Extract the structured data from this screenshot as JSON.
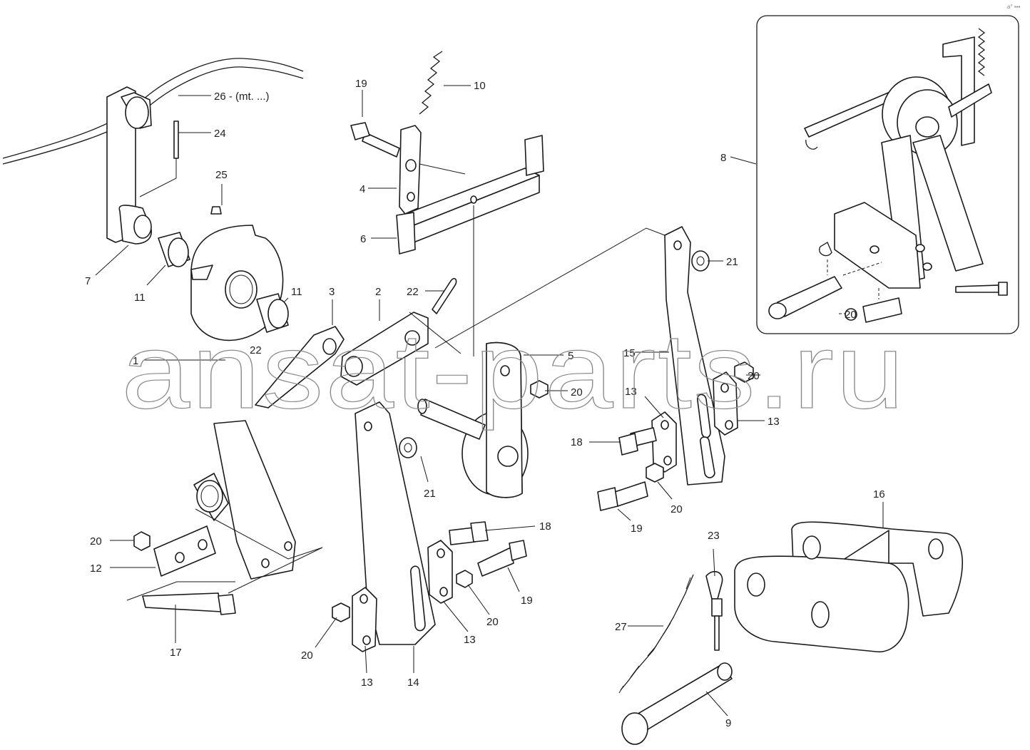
{
  "watermark": "ansat-parts.ru",
  "corner_mark": "a° ▪▪▪",
  "labels": {
    "l1": "1",
    "l2": "2",
    "l3": "3",
    "l4": "4",
    "l5": "5",
    "l6": "6",
    "l7": "7",
    "l8": "8",
    "l9": "9",
    "l10": "10",
    "l11a": "11",
    "l11b": "11",
    "l12": "12",
    "l13a": "13",
    "l13b": "13",
    "l13c": "13",
    "l13d": "13",
    "l14": "14",
    "l15": "15",
    "l16": "16",
    "l17": "17",
    "l18a": "18",
    "l18b": "18",
    "l19a": "19",
    "l19b": "19",
    "l19c": "19",
    "l20a": "20",
    "l20b": "20",
    "l20c": "20",
    "l20d": "20",
    "l20e": "20",
    "l20f": "20",
    "l20g": "20",
    "l21a": "21",
    "l21b": "21",
    "l22a": "22",
    "l22b": "22",
    "l23": "23",
    "l24": "24",
    "l25": "25",
    "l26": "26 - (mt. ...)",
    "l27": "27"
  }
}
